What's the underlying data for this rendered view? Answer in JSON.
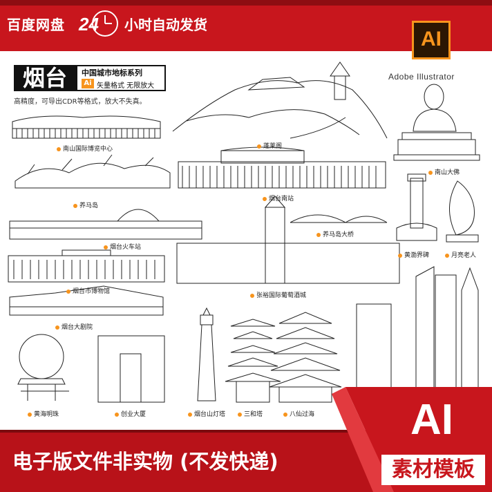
{
  "header": {
    "left_text": "百度网盘",
    "hours": "24",
    "right_text": "小时自动发货"
  },
  "badge": {
    "ai_label": "AI",
    "software": "Adobe Illustrator"
  },
  "title_block": {
    "city": "烟台",
    "series": "中国城市地标系列",
    "ai_tag": "Ai",
    "format": "矢量格式 无限放大",
    "subtitle": "高精度，可导出CDR等格式，放大不失真。"
  },
  "landmarks": [
    "南山国际博览中心",
    "蓬莱阁",
    "南山大佛",
    "养马岛",
    "烟台南站",
    "烟台火车站",
    "养马岛大桥",
    "黄渤界碑",
    "月亮老人",
    "烟台市博物馆",
    "张裕国际葡萄酒城",
    "烟台大剧院",
    "黄海明珠",
    "创业大厦",
    "烟台山灯塔",
    "三和塔",
    "八仙过海"
  ],
  "footer": {
    "notice": "电子版文件非实物 (不发快递)",
    "ai_big": "AI",
    "template": "素材模板"
  },
  "colors": {
    "brand_red": "#c8161d",
    "accent_orange": "#f7941d",
    "dark": "#111111"
  }
}
